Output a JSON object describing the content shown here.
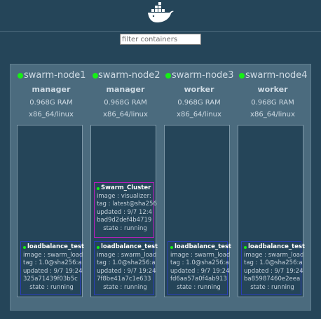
{
  "header": {
    "logo_icon": "docker-whale-icon"
  },
  "filter": {
    "placeholder": "filter containers",
    "value": ""
  },
  "colors": {
    "background": "#254559",
    "panel": "#4b6b7e",
    "status_ok": "#16ef16",
    "card_border": "#2a3fb7",
    "card_highlight_border": "#c21cc4"
  },
  "nodes": [
    {
      "name": "swarm-node1",
      "role": "manager",
      "ram": "0.968G RAM",
      "arch": "x86_64/linux",
      "containers": [
        {
          "name": "loadbalance_test",
          "image": "image : swarm_load",
          "tag": "tag : 1.0@sha256:a",
          "updated": "updated : 9/7 19:24",
          "id": "325a71439f03b5c",
          "state": "state : running"
        }
      ]
    },
    {
      "name": "swarm-node2",
      "role": "manager",
      "ram": "0.968G RAM",
      "arch": "x86_64/linux",
      "visualizer": {
        "name": "Swarm_Cluster",
        "image": "image : visualizer:",
        "tag": "tag : latest@sha256",
        "updated": "updated : 9/7 12:4",
        "id": "bad9d2def4b4719",
        "state": "state : running"
      },
      "containers": [
        {
          "name": "loadbalance_test",
          "image": "image : swarm_load",
          "tag": "tag : 1.0@sha256:a",
          "updated": "updated : 9/7 19:24",
          "id": "7f8be41a7c1e633",
          "state": "state : running"
        }
      ]
    },
    {
      "name": "swarm-node3",
      "role": "worker",
      "ram": "0.968G RAM",
      "arch": "x86_64/linux",
      "containers": [
        {
          "name": "loadbalance_test",
          "image": "image : swarm_load",
          "tag": "tag : 1.0@sha256:a",
          "updated": "updated : 9/7 19:24",
          "id": "fd6aa57a0f4ab913",
          "state": "state : running"
        }
      ]
    },
    {
      "name": "swarm-node4",
      "role": "worker",
      "ram": "0.968G RAM",
      "arch": "x86_64/linux",
      "containers": [
        {
          "name": "loadbalance_test",
          "image": "image : swarm_load",
          "tag": "tag : 1.0@sha256:a",
          "updated": "updated : 9/7 19:24",
          "id": "ba85987460e2eea",
          "state": "state : running"
        }
      ]
    }
  ]
}
